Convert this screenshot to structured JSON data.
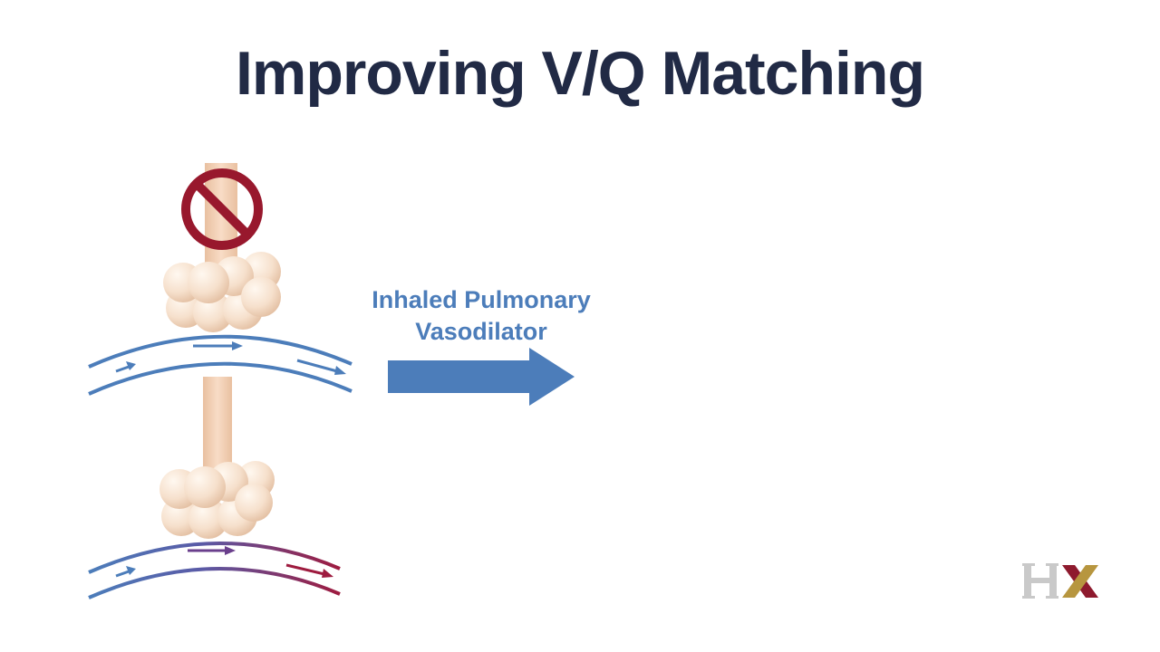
{
  "slide": {
    "title": "Improving V/Q Matching",
    "treatment_label_line1": "Inhaled Pulmonary",
    "treatment_label_line2": "Vasodilator"
  },
  "logo": {
    "text": "HX"
  },
  "colors": {
    "title": "#212a45",
    "vessel_blue": "#4c7dba",
    "vessel_red": "#9e1b3f",
    "prohibit_red": "#98182d",
    "airway": "#f3d3ba",
    "alveoli": "#f6e0cc",
    "logo_grey": "#c9c9c9",
    "logo_red": "#8e1a2e",
    "logo_gold": "#b7963f"
  },
  "icons": [
    "prohibited-icon",
    "arrow-right-icon"
  ]
}
